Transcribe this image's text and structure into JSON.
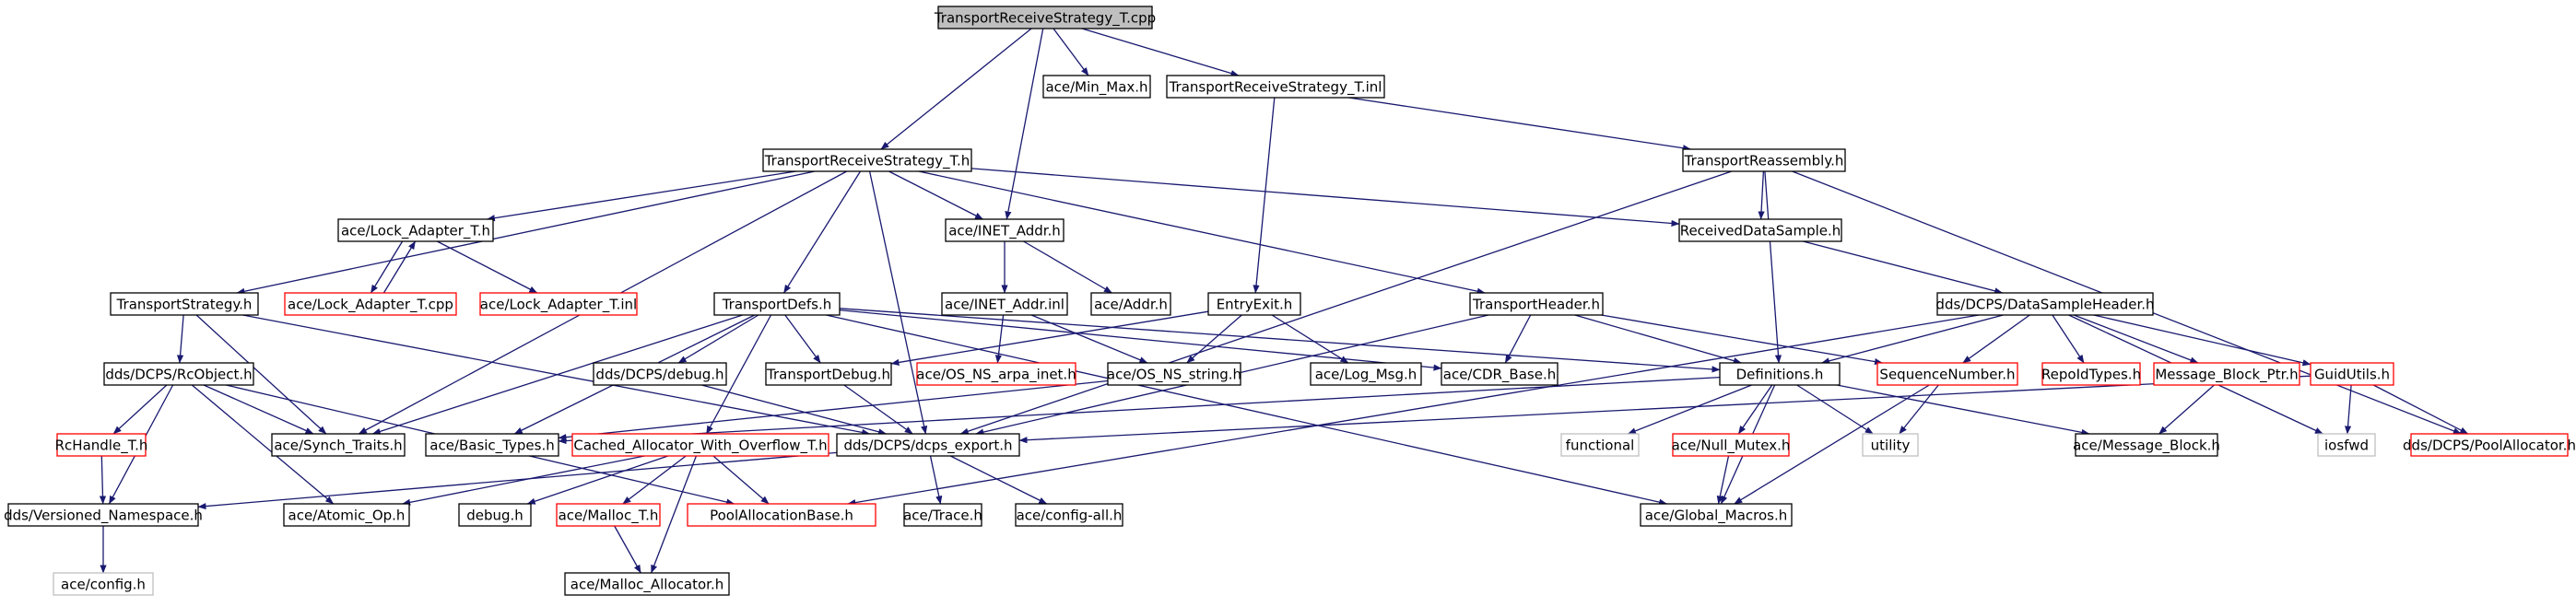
{
  "colors": {
    "edge": "#191970",
    "node_border_normal": "#000000",
    "node_border_incomplete": "#ff0000",
    "node_border_external": "#bfbfbf",
    "root_fill": "#bfbfbf"
  },
  "nodes": [
    {
      "id": "root",
      "label": "TransportReceiveStrategy_T.cpp",
      "style": "root"
    },
    {
      "id": "minmax",
      "label": "ace/Min_Max.h",
      "style": "normal"
    },
    {
      "id": "trs_inl",
      "label": "TransportReceiveStrategy_T.inl",
      "style": "normal"
    },
    {
      "id": "trs_h",
      "label": "TransportReceiveStrategy_T.h",
      "style": "normal"
    },
    {
      "id": "treass",
      "label": "TransportReassembly.h",
      "style": "normal"
    },
    {
      "id": "lock_h",
      "label": "ace/Lock_Adapter_T.h",
      "style": "normal"
    },
    {
      "id": "inet_h",
      "label": "ace/INET_Addr.h",
      "style": "normal"
    },
    {
      "id": "rds",
      "label": "ReceivedDataSample.h",
      "style": "normal"
    },
    {
      "id": "lock_cpp",
      "label": "ace/Lock_Adapter_T.cpp",
      "style": "incomplete"
    },
    {
      "id": "lock_inl",
      "label": "ace/Lock_Adapter_T.inl",
      "style": "incomplete"
    },
    {
      "id": "tstrat",
      "label": "TransportStrategy.h",
      "style": "normal"
    },
    {
      "id": "tdefs",
      "label": "TransportDefs.h",
      "style": "normal"
    },
    {
      "id": "inet_inl",
      "label": "ace/INET_Addr.inl",
      "style": "normal"
    },
    {
      "id": "addr",
      "label": "ace/Addr.h",
      "style": "normal"
    },
    {
      "id": "entry",
      "label": "EntryExit.h",
      "style": "normal"
    },
    {
      "id": "thdr",
      "label": "TransportHeader.h",
      "style": "normal"
    },
    {
      "id": "dsh",
      "label": "dds/DCPS/DataSampleHeader.h",
      "style": "normal"
    },
    {
      "id": "rcobj",
      "label": "dds/DCPS/RcObject.h",
      "style": "normal"
    },
    {
      "id": "ddsdebug",
      "label": "dds/DCPS/debug.h",
      "style": "normal"
    },
    {
      "id": "tdebug",
      "label": "TransportDebug.h",
      "style": "normal"
    },
    {
      "id": "arpa",
      "label": "ace/OS_NS_arpa_inet.h",
      "style": "incomplete"
    },
    {
      "id": "osstr",
      "label": "ace/OS_NS_string.h",
      "style": "normal"
    },
    {
      "id": "logmsg",
      "label": "ace/Log_Msg.h",
      "style": "normal"
    },
    {
      "id": "cdr",
      "label": "ace/CDR_Base.h",
      "style": "normal"
    },
    {
      "id": "defs",
      "label": "Definitions.h",
      "style": "normal"
    },
    {
      "id": "seqnum",
      "label": "SequenceNumber.h",
      "style": "incomplete"
    },
    {
      "id": "repoid",
      "label": "RepoIdTypes.h",
      "style": "incomplete"
    },
    {
      "id": "mbptr",
      "label": "Message_Block_Ptr.h",
      "style": "incomplete"
    },
    {
      "id": "guid",
      "label": "GuidUtils.h",
      "style": "incomplete"
    },
    {
      "id": "rchandle",
      "label": "RcHandle_T.h",
      "style": "incomplete"
    },
    {
      "id": "synch",
      "label": "ace/Synch_Traits.h",
      "style": "normal"
    },
    {
      "id": "basic",
      "label": "ace/Basic_Types.h",
      "style": "normal"
    },
    {
      "id": "cached",
      "label": "Cached_Allocator_With_Overflow_T.h",
      "style": "incomplete"
    },
    {
      "id": "export",
      "label": "dds/DCPS/dcps_export.h",
      "style": "normal"
    },
    {
      "id": "functional",
      "label": "functional",
      "style": "external"
    },
    {
      "id": "nullmutex",
      "label": "ace/Null_Mutex.h",
      "style": "incomplete"
    },
    {
      "id": "utility",
      "label": "utility",
      "style": "external"
    },
    {
      "id": "msgblock",
      "label": "ace/Message_Block.h",
      "style": "normal"
    },
    {
      "id": "iosfwd",
      "label": "iosfwd",
      "style": "external"
    },
    {
      "id": "poolalloc",
      "label": "dds/DCPS/PoolAllocator.h",
      "style": "incomplete"
    },
    {
      "id": "versioned",
      "label": "dds/Versioned_Namespace.h",
      "style": "normal"
    },
    {
      "id": "atomic",
      "label": "ace/Atomic_Op.h",
      "style": "normal"
    },
    {
      "id": "debugh",
      "label": "debug.h",
      "style": "normal"
    },
    {
      "id": "malloc_t",
      "label": "ace/Malloc_T.h",
      "style": "incomplete"
    },
    {
      "id": "poolbase",
      "label": "PoolAllocationBase.h",
      "style": "incomplete"
    },
    {
      "id": "trace",
      "label": "ace/Trace.h",
      "style": "normal"
    },
    {
      "id": "configall",
      "label": "ace/config-all.h",
      "style": "normal"
    },
    {
      "id": "globalmacros",
      "label": "ace/Global_Macros.h",
      "style": "normal"
    },
    {
      "id": "config",
      "label": "ace/config.h",
      "style": "external"
    },
    {
      "id": "malloc_alloc",
      "label": "ace/Malloc_Allocator.h",
      "style": "normal"
    }
  ],
  "edges": [
    [
      "root",
      "minmax"
    ],
    [
      "root",
      "trs_inl"
    ],
    [
      "root",
      "trs_h"
    ],
    [
      "root",
      "inet_h"
    ],
    [
      "trs_inl",
      "treass"
    ],
    [
      "trs_inl",
      "entry"
    ],
    [
      "trs_h",
      "lock_h"
    ],
    [
      "trs_h",
      "inet_h"
    ],
    [
      "trs_h",
      "rds"
    ],
    [
      "trs_h",
      "tstrat"
    ],
    [
      "trs_h",
      "tdefs"
    ],
    [
      "trs_h",
      "thdr"
    ],
    [
      "trs_h",
      "synch"
    ],
    [
      "trs_h",
      "export"
    ],
    [
      "treass",
      "rds"
    ],
    [
      "treass",
      "defs"
    ],
    [
      "treass",
      "export"
    ],
    [
      "treass",
      "poolalloc"
    ],
    [
      "lock_h",
      "lock_cpp"
    ],
    [
      "lock_cpp",
      "lock_h"
    ],
    [
      "lock_h",
      "lock_inl"
    ],
    [
      "inet_h",
      "inet_inl"
    ],
    [
      "inet_h",
      "addr"
    ],
    [
      "rds",
      "dsh"
    ],
    [
      "tstrat",
      "rcobj"
    ],
    [
      "tstrat",
      "synch"
    ],
    [
      "tstrat",
      "export"
    ],
    [
      "tdefs",
      "ddsdebug"
    ],
    [
      "tdefs",
      "tdebug"
    ],
    [
      "tdefs",
      "cdr"
    ],
    [
      "tdefs",
      "synch"
    ],
    [
      "tdefs",
      "basic"
    ],
    [
      "tdefs",
      "cached"
    ],
    [
      "tdefs",
      "defs"
    ],
    [
      "tdefs",
      "globalmacros"
    ],
    [
      "inet_inl",
      "arpa"
    ],
    [
      "inet_inl",
      "osstr"
    ],
    [
      "entry",
      "tdebug"
    ],
    [
      "entry",
      "osstr"
    ],
    [
      "entry",
      "logmsg"
    ],
    [
      "thdr",
      "cdr"
    ],
    [
      "thdr",
      "defs"
    ],
    [
      "thdr",
      "seqnum"
    ],
    [
      "thdr",
      "export"
    ],
    [
      "dsh",
      "defs"
    ],
    [
      "dsh",
      "seqnum"
    ],
    [
      "dsh",
      "repoid"
    ],
    [
      "dsh",
      "mbptr"
    ],
    [
      "dsh",
      "guid"
    ],
    [
      "dsh",
      "iosfwd"
    ],
    [
      "dsh",
      "poolbase"
    ],
    [
      "rcobj",
      "rchandle"
    ],
    [
      "rcobj",
      "synch"
    ],
    [
      "rcobj",
      "versioned"
    ],
    [
      "rcobj",
      "atomic"
    ],
    [
      "rcobj",
      "poolbase"
    ],
    [
      "ddsdebug",
      "export"
    ],
    [
      "tdebug",
      "export"
    ],
    [
      "osstr",
      "basic"
    ],
    [
      "defs",
      "basic"
    ],
    [
      "defs",
      "functional"
    ],
    [
      "defs",
      "nullmutex"
    ],
    [
      "defs",
      "utility"
    ],
    [
      "defs",
      "msgblock"
    ],
    [
      "defs",
      "globalmacros"
    ],
    [
      "seqnum",
      "utility"
    ],
    [
      "seqnum",
      "globalmacros"
    ],
    [
      "mbptr",
      "msgblock"
    ],
    [
      "guid",
      "iosfwd"
    ],
    [
      "guid",
      "poolalloc"
    ],
    [
      "guid",
      "export"
    ],
    [
      "rchandle",
      "versioned"
    ],
    [
      "cached",
      "atomic"
    ],
    [
      "cached",
      "debugh"
    ],
    [
      "cached",
      "malloc_t"
    ],
    [
      "cached",
      "poolbase"
    ],
    [
      "cached",
      "malloc_alloc"
    ],
    [
      "export",
      "versioned"
    ],
    [
      "export",
      "trace"
    ],
    [
      "export",
      "configall"
    ],
    [
      "nullmutex",
      "globalmacros"
    ],
    [
      "versioned",
      "config"
    ],
    [
      "malloc_t",
      "malloc_alloc"
    ]
  ]
}
